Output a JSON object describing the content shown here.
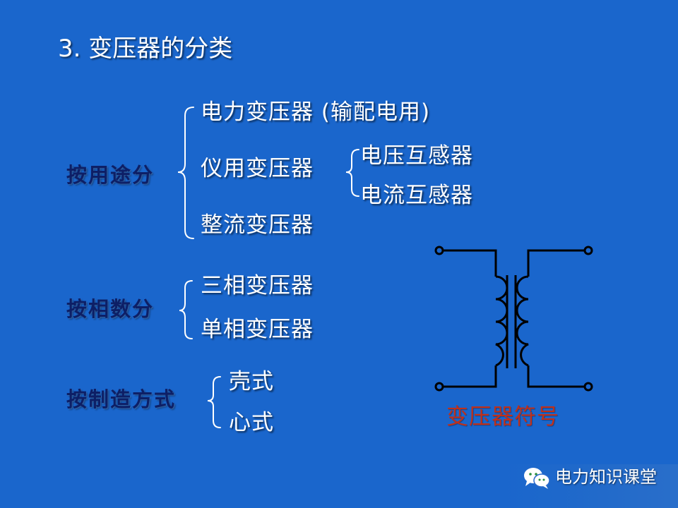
{
  "title": "3. 变压器的分类",
  "groups": {
    "by_use": {
      "label": "按用途分",
      "items": [
        "电力变压器 (输配电用)",
        "仪用变压器",
        "整流变压器"
      ],
      "sub": [
        "电压互感器",
        "电流互感器"
      ]
    },
    "by_phase": {
      "label": "按相数分",
      "items": [
        "三相变压器",
        "单相变压器"
      ]
    },
    "by_build": {
      "label": "按制造方式",
      "items": [
        "壳式",
        "心式"
      ]
    }
  },
  "symbol": {
    "caption": "变压器符号"
  },
  "watermark": {
    "text": "电力知识课堂",
    "icon": "wechat-icon"
  },
  "colors": {
    "background": "#1a66cc",
    "category": "#0d1f66",
    "caption": "#c0301a"
  }
}
